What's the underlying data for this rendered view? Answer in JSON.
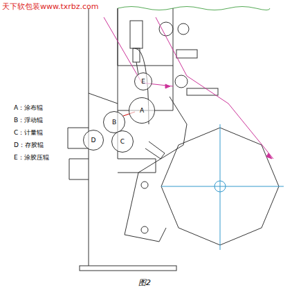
{
  "diagram": {
    "caption": "图2",
    "nodes": [
      {
        "text": [
          "E"
        ]
      },
      {
        "text": [
          "A"
        ]
      },
      {
        "text": [
          "B"
        ]
      },
      {
        "text": [
          "D"
        ]
      },
      {
        "text": [
          "C"
        ]
      }
    ],
    "edges": [],
    "labels": [
      "天下软包装www.txrbz.com",
      "A：涂布辊",
      "B：浮动辊",
      "C：计量辊",
      "D：存胶辊",
      "E：涂胶压辊"
    ]
  }
}
